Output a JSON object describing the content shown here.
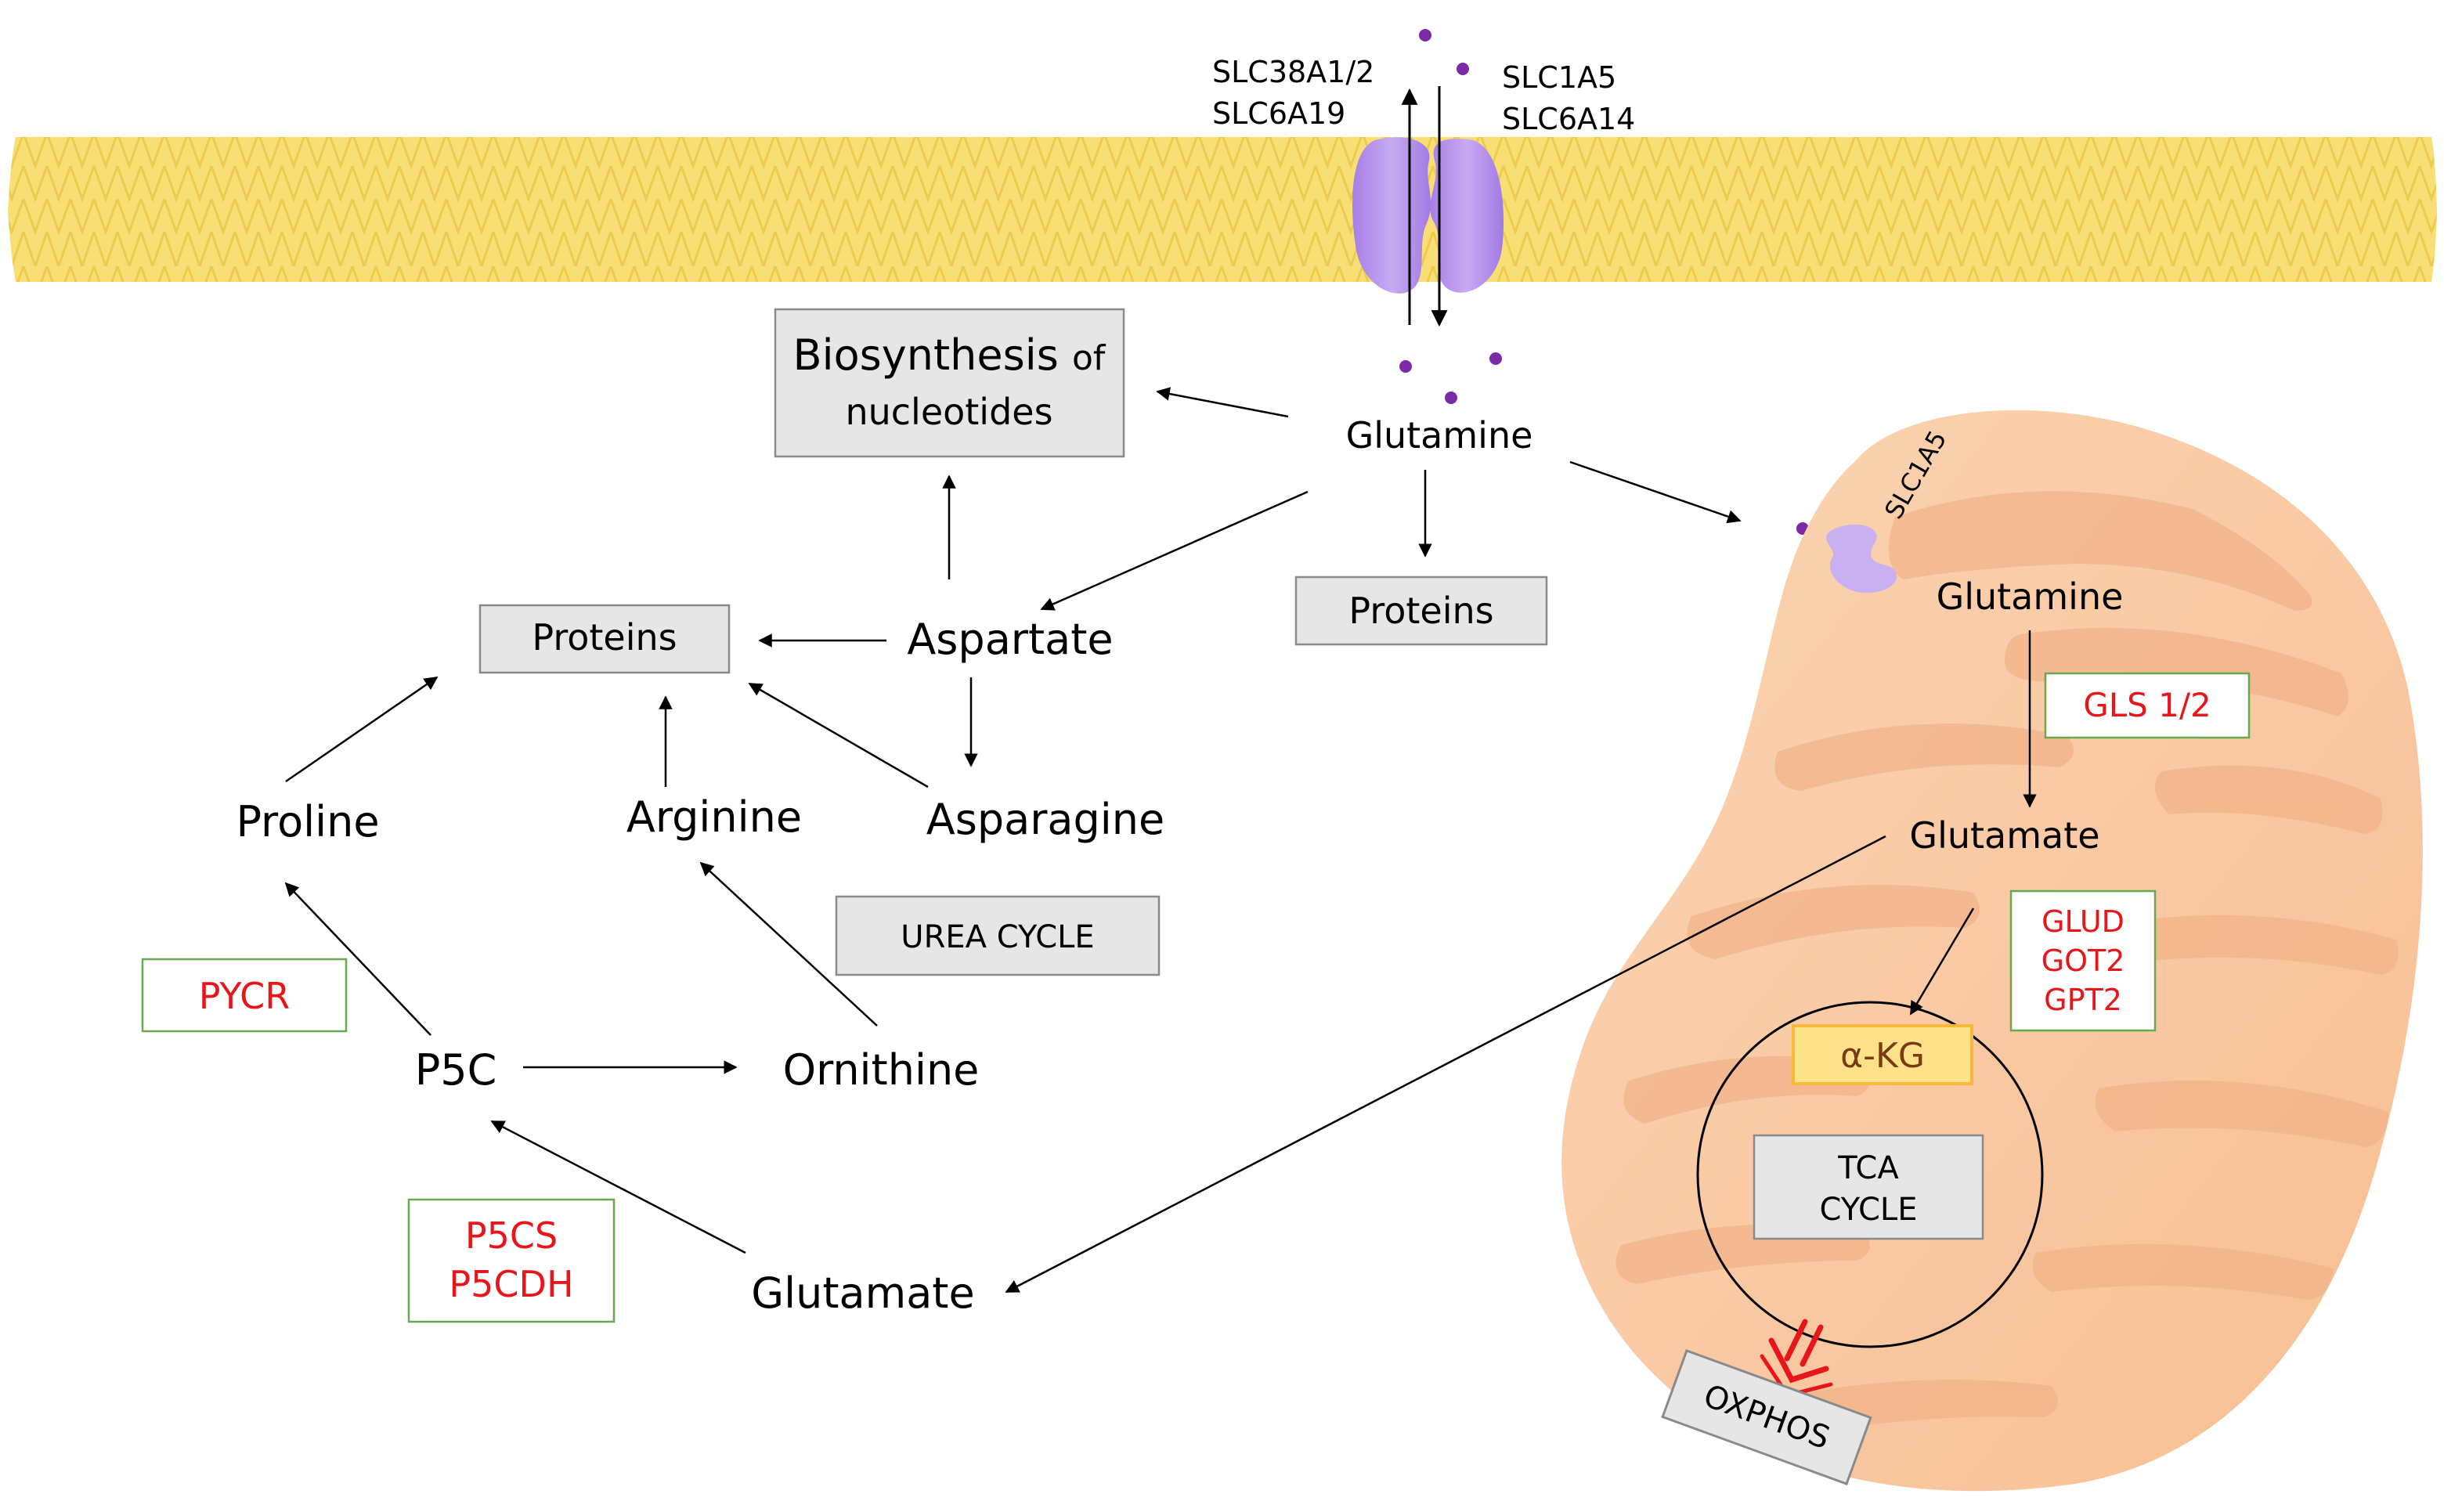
{
  "transporters": {
    "influx_left_1": "SLC38A1/2",
    "influx_left_2": "SLC6A19",
    "right_1": "SLC1A5",
    "right_2": "SLC6A14",
    "mito_transporter": "SLC1A5"
  },
  "cytosol": {
    "glutamine": "Glutamine",
    "biosynthesis_line1": "Biosynthesis",
    "biosynthesis_of": "of",
    "biosynthesis_line2": "nucleotides",
    "proteins_center": "Proteins",
    "proteins_left": "Proteins",
    "aspartate": "Aspartate",
    "asparagine": "Asparagine",
    "arginine": "Arginine",
    "proline": "Proline",
    "urea_cycle": "UREA CYCLE",
    "p5c": "P5C",
    "ornithine": "Ornithine",
    "glutamate": "Glutamate"
  },
  "enzymes": {
    "pycr": "PYCR",
    "p5cs": "P5CS",
    "p5cdh": "P5CDH",
    "gls": "GLS 1/2",
    "glud": "GLUD",
    "got2": "GOT2",
    "gpt2": "GPT2"
  },
  "mitochondrion": {
    "glutamine": "Glutamine",
    "glutamate": "Glutamate",
    "akg": "α-KG",
    "tca_line1": "TCA",
    "tca_line2": "CYCLE",
    "oxphos": "OXPHOS"
  },
  "colors": {
    "membrane": "#f7dd70",
    "membrane_dark": "#e9c640",
    "transporter": "#b38ee8",
    "mitochondrion": "#f9c7a0",
    "enzyme_text": "#e8151b",
    "enzyme_border": "#6aa84f",
    "box_fill": "#e6e6e6",
    "akg_fill": "#fde28a",
    "akg_text": "#7a3b12",
    "inhibition": "#e8151b",
    "molecule": "#7b2aa8"
  }
}
